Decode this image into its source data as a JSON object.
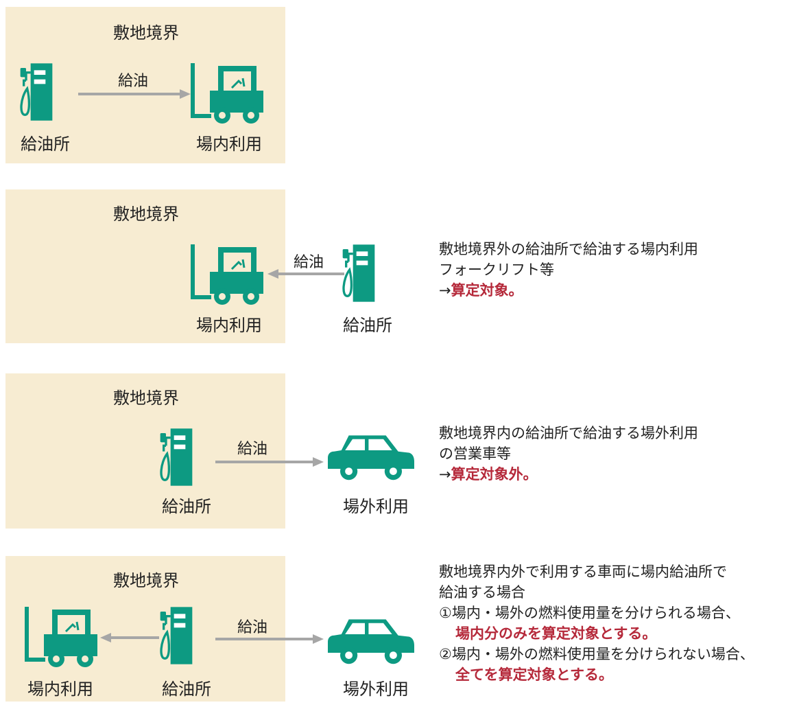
{
  "colors": {
    "box": "#f7ecd2",
    "icon": "#0d9a82",
    "arrow": "#a6a6a6",
    "emphasis": "#b5293a"
  },
  "panels": [
    {
      "boundary": "敷地境界",
      "arrows": [
        {
          "label": "給油"
        }
      ],
      "labels": {
        "station": "給油所",
        "onsite": "場内利用"
      }
    },
    {
      "boundary": "敷地境界",
      "arrows": [
        {
          "label": "給油"
        }
      ],
      "labels": {
        "onsite": "場内利用",
        "station": "給油所"
      },
      "description": {
        "line1": "敷地境界外の給油所で給油する場内利用",
        "line2": "フォークリフト等",
        "arrow": "→",
        "result": "算定対象。"
      }
    },
    {
      "boundary": "敷地境界",
      "arrows": [
        {
          "label": "給油"
        }
      ],
      "labels": {
        "station": "給油所",
        "offsite": "場外利用"
      },
      "description": {
        "line1": "敷地境界内の給油所で給油する場外利用",
        "line2": "の営業車等",
        "arrow": "→",
        "result": "算定対象外。"
      }
    },
    {
      "boundary": "敷地境界",
      "arrows": [
        {
          "label": "給油"
        }
      ],
      "labels": {
        "onsite": "場内利用",
        "station": "給油所",
        "offsite": "場外利用"
      },
      "description": {
        "line1": "敷地境界内外で利用する車両に場内給油所で",
        "line2": "給油する場合",
        "case1": "①場内・場外の燃料使用量を分けられる場合、",
        "case1_result": "場内分のみを算定対象とする。",
        "case2": "②場内・場外の燃料使用量を分けられない場合、",
        "case2_result": "全てを算定対象とする。"
      }
    }
  ]
}
